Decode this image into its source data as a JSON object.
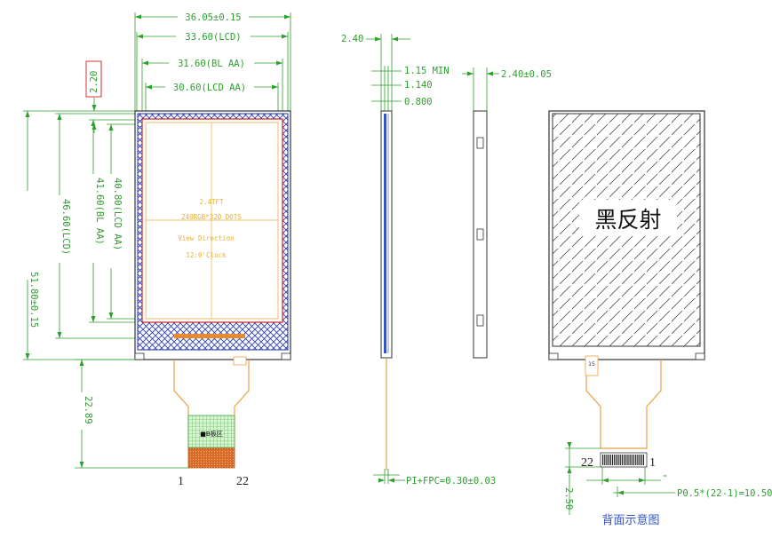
{
  "front_view": {
    "dim_overall_width": "36.05±0.15",
    "dim_lcd_width": "33.60(LCD)",
    "dim_bl_aa_width": "31.60(BL AA)",
    "dim_lcd_aa_width": "30.60(LCD AA)",
    "dim_top_gap": "2.20",
    "dim_overall_height": "51.80±0.15",
    "dim_lcd_height": "46.60(LCD)",
    "dim_bl_aa_height": "41.60(BL AA)",
    "dim_lcd_aa_height": "40.80(LCD AA)",
    "dim_fpc_length": "22.89",
    "lcd_text": [
      "2.4TFT",
      "240RGB*320 DOTS",
      "View Direction",
      "12:0'Clock"
    ],
    "stiffener_label": "■B板区",
    "pin_first": "1",
    "pin_last": "22"
  },
  "side_view": {
    "dim_total_thickness": "2.40",
    "dim_1": "1.15 MIN",
    "dim_2": "1.140",
    "dim_3": "0.800",
    "dim_bezel": "2.40±0.05",
    "dim_fpc_thickness": "PI+FPC=0.30±0.03"
  },
  "back_view": {
    "label": "黑反射",
    "pin_first": "1",
    "pin_last": "22",
    "dim_pitch": "P0.5*(22-1)=10.50",
    "dim_tail": "2.50",
    "fpc_mark": "15",
    "caption": "背面示意图"
  },
  "colors": {
    "dimension_green": "#2e9e2e",
    "fpc_orange": "#e8a040",
    "bezel_blue": "#2233aa",
    "lcd_outline_red": "#cc2222"
  }
}
